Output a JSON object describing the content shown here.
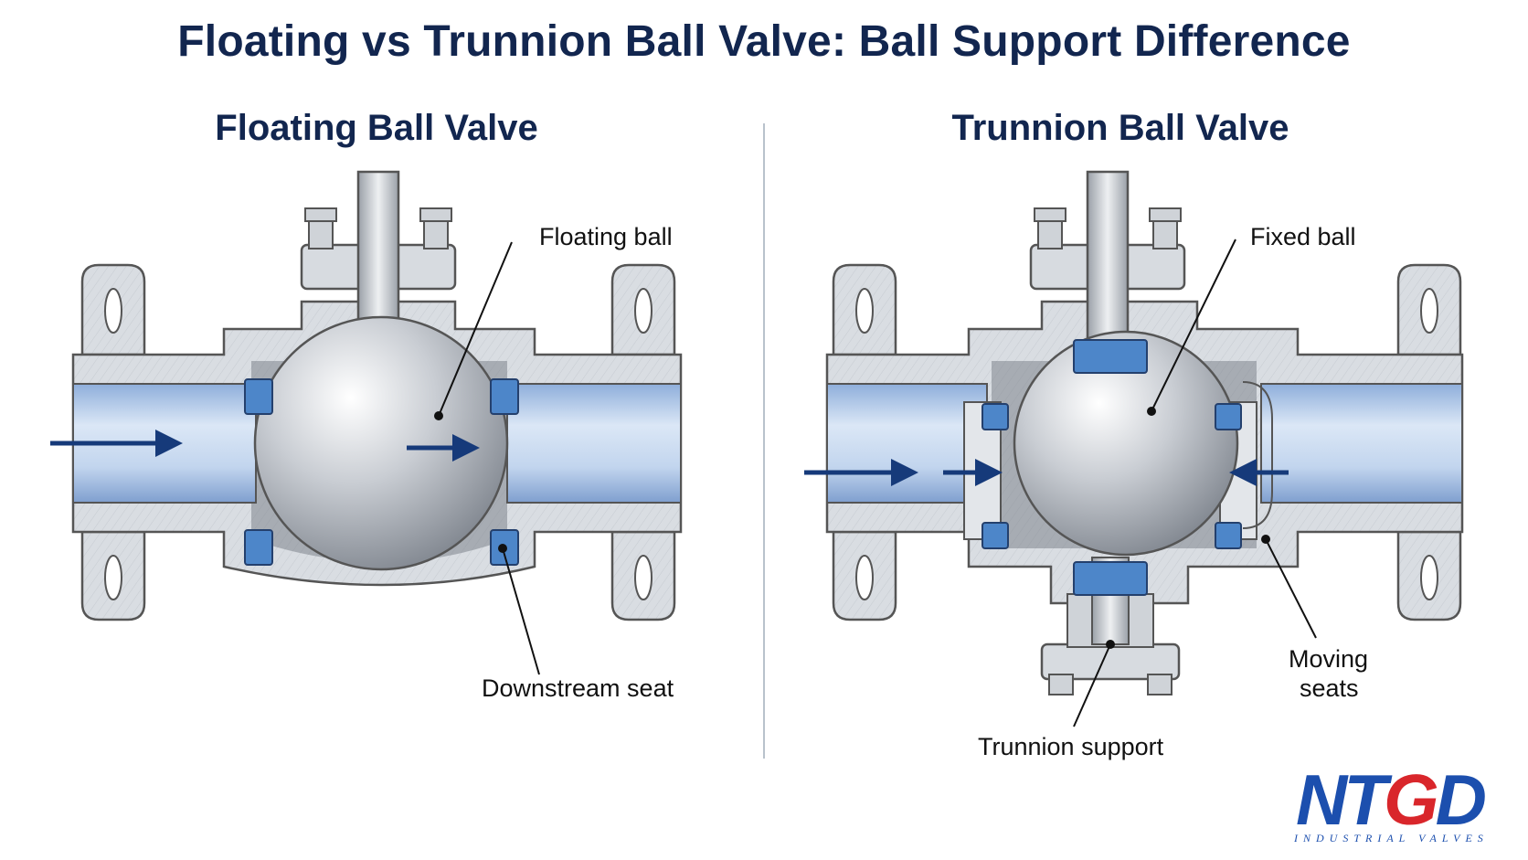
{
  "title": "Floating vs Trunnion Ball Valve: Ball Support Difference",
  "panels": {
    "left": {
      "title": "Floating Ball Valve",
      "callouts": {
        "ball": "Floating ball",
        "seat": "Downstream seat"
      }
    },
    "right": {
      "title": "Trunnion Ball Valve",
      "callouts": {
        "ball": "Fixed ball",
        "support": "Trunnion support",
        "seats_line1": "Moving",
        "seats_line2": "seats"
      }
    }
  },
  "logo": {
    "mark_a": "NT",
    "mark_b": "G",
    "mark_c": "D",
    "tagline": "INDUSTRIAL VALVES"
  },
  "colors": {
    "title": "#12264f",
    "steel": "#d7dbe0",
    "steel_dark": "#8a9099",
    "bore": "#b8cdea",
    "seat": "#4d86c9",
    "arrow": "#163a7a",
    "logo_blue": "#1c4fae",
    "logo_red": "#d9262b"
  }
}
